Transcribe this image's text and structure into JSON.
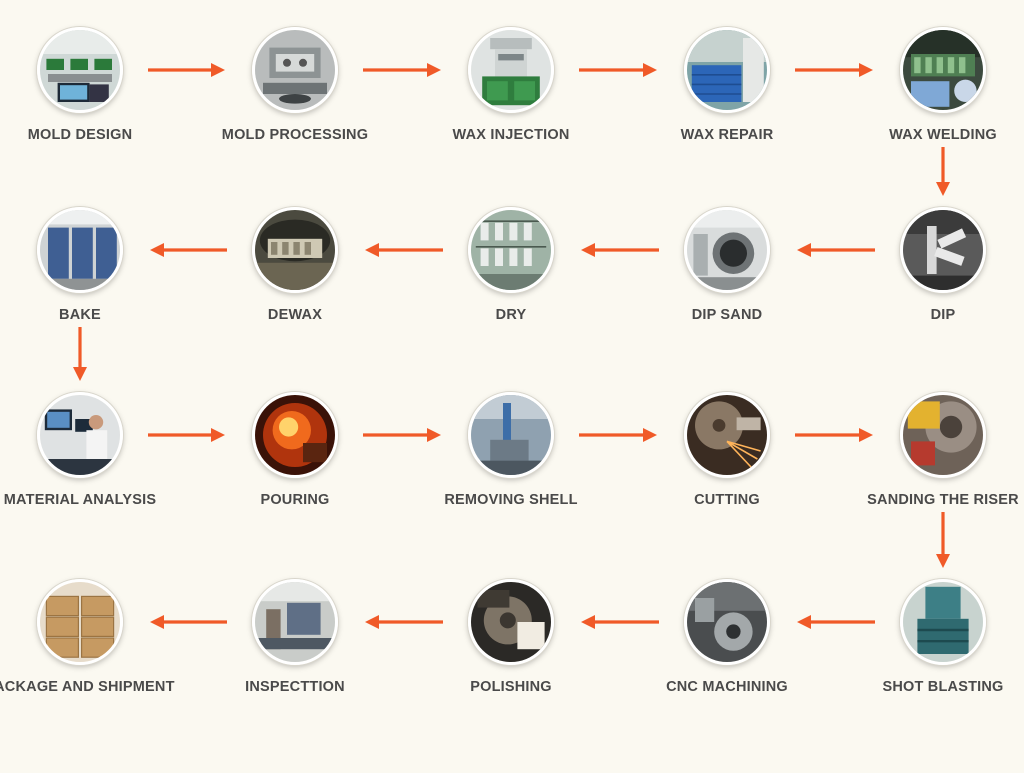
{
  "accent_color": "#f05a28",
  "steps": [
    {
      "label": "MOLD DESIGN",
      "icon": "computer-office-photo-icon"
    },
    {
      "label": "MOLD PROCESSING",
      "icon": "mold-block-photo-icon"
    },
    {
      "label": "WAX INJECTION",
      "icon": "injection-machine-photo-icon"
    },
    {
      "label": "WAX REPAIR",
      "icon": "wax-parts-basket-photo-icon"
    },
    {
      "label": "WAX WELDING",
      "icon": "wax-tree-welding-photo-icon"
    },
    {
      "label": "DIP",
      "icon": "dipping-tree-photo-icon"
    },
    {
      "label": "DIP SAND",
      "icon": "sand-drum-photo-icon"
    },
    {
      "label": "DRY",
      "icon": "drying-racks-photo-icon"
    },
    {
      "label": "DEWAX",
      "icon": "dewax-autoclave-photo-icon"
    },
    {
      "label": "BAKE",
      "icon": "bake-furnace-photo-icon"
    },
    {
      "label": "MATERIAL ANALYSIS",
      "icon": "lab-analyst-photo-icon"
    },
    {
      "label": "POURING",
      "icon": "molten-metal-photo-icon"
    },
    {
      "label": "REMOVING SHELL",
      "icon": "shell-removal-photo-icon"
    },
    {
      "label": "CUTTING",
      "icon": "cutting-sparks-photo-icon"
    },
    {
      "label": "SANDING THE RISER",
      "icon": "grinding-wheel-photo-icon"
    },
    {
      "label": "SHOT BLASTING",
      "icon": "shot-blast-machine-photo-icon"
    },
    {
      "label": "CNC MACHINING",
      "icon": "cnc-chuck-photo-icon"
    },
    {
      "label": "POLISHING",
      "icon": "polishing-wheel-photo-icon"
    },
    {
      "label": "INSPECTTION",
      "icon": "inspection-station-photo-icon"
    },
    {
      "label": "PACKAGE AND SHIPMENT",
      "icon": "cardboard-boxes-photo-icon"
    }
  ]
}
